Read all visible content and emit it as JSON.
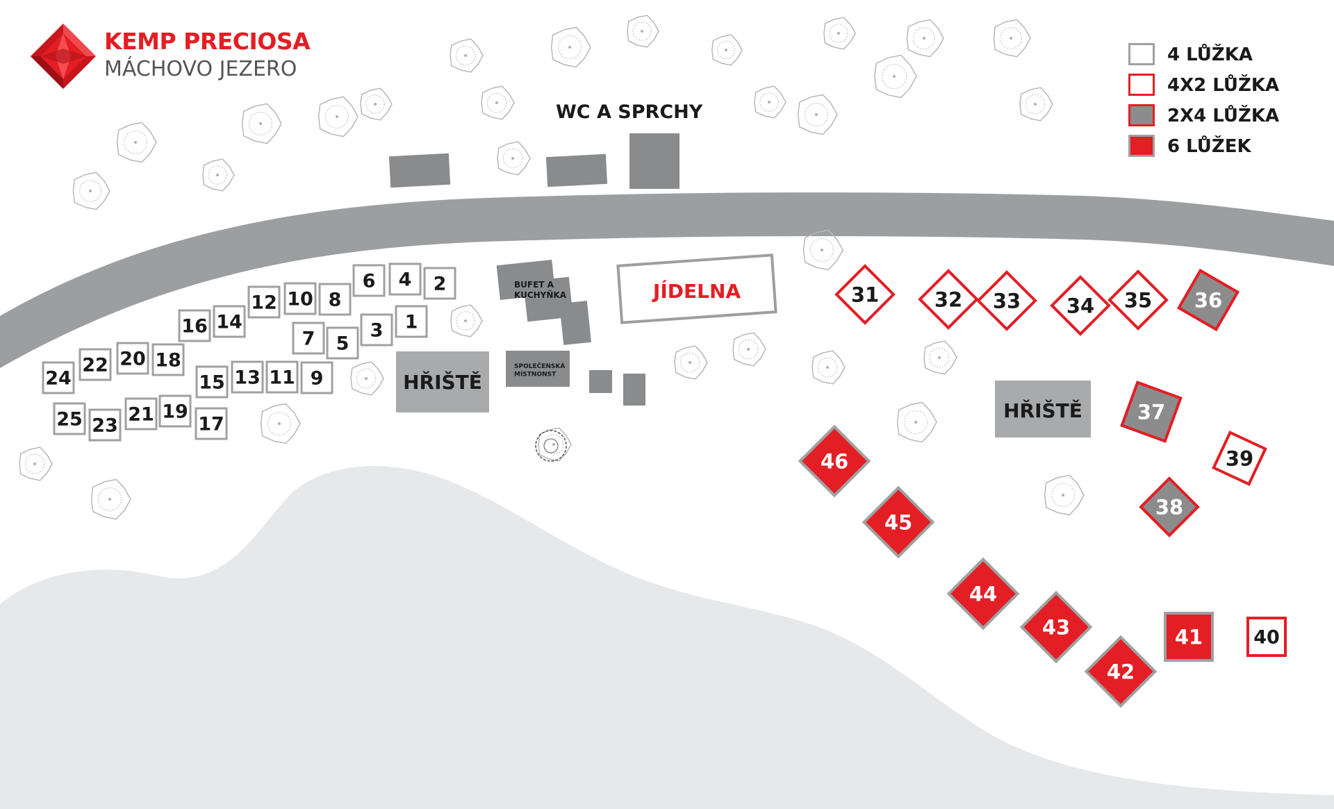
{
  "logo": {
    "line1": "KEMP PRECIOSA",
    "line2": "MÁCHOVO JEZERO"
  },
  "legend": [
    {
      "type": "white",
      "label": "4 LŮŽKA"
    },
    {
      "type": "whitered",
      "label": "4X2 LŮŽKA"
    },
    {
      "type": "gray",
      "label": "2X4 LŮŽKA"
    },
    {
      "type": "red",
      "label": "6 LŮŽEK"
    }
  ],
  "labels": {
    "wc": "WC A SPRCHY",
    "jidelna": "JÍDELNA",
    "bufet": "BUFET A\nKUCHYŇKA",
    "spolecenska": "SPOLEČENSKÁ\nMÍSTNONST",
    "hriste1": "HŘIŠTĚ",
    "hriste2": "HŘIŠTĚ"
  },
  "colors": {
    "red": "#e31e24",
    "gray": "#8c8c8c",
    "road": "#9d9e a0",
    "lake": "#e7e8ea",
    "building": "#8a8b8d"
  },
  "cabins": [
    {
      "num": "1",
      "type": "white"
    },
    {
      "num": "2",
      "type": "white"
    },
    {
      "num": "3",
      "type": "white"
    },
    {
      "num": "4",
      "type": "white"
    },
    {
      "num": "5",
      "type": "white"
    },
    {
      "num": "6",
      "type": "white"
    },
    {
      "num": "7",
      "type": "white"
    },
    {
      "num": "8",
      "type": "white"
    },
    {
      "num": "9",
      "type": "white"
    },
    {
      "num": "10",
      "type": "white"
    },
    {
      "num": "11",
      "type": "white"
    },
    {
      "num": "12",
      "type": "white"
    },
    {
      "num": "13",
      "type": "white"
    },
    {
      "num": "14",
      "type": "white"
    },
    {
      "num": "15",
      "type": "white"
    },
    {
      "num": "16",
      "type": "white"
    },
    {
      "num": "17",
      "type": "white"
    },
    {
      "num": "18",
      "type": "white"
    },
    {
      "num": "19",
      "type": "white"
    },
    {
      "num": "20",
      "type": "white"
    },
    {
      "num": "21",
      "type": "white"
    },
    {
      "num": "22",
      "type": "white"
    },
    {
      "num": "23",
      "type": "white"
    },
    {
      "num": "24",
      "type": "white"
    },
    {
      "num": "25",
      "type": "white"
    },
    {
      "num": "31",
      "type": "whitered"
    },
    {
      "num": "32",
      "type": "whitered"
    },
    {
      "num": "33",
      "type": "whitered"
    },
    {
      "num": "34",
      "type": "whitered"
    },
    {
      "num": "35",
      "type": "whitered"
    },
    {
      "num": "36",
      "type": "gray"
    },
    {
      "num": "37",
      "type": "gray"
    },
    {
      "num": "38",
      "type": "gray"
    },
    {
      "num": "39",
      "type": "whitered"
    },
    {
      "num": "40",
      "type": "whitered"
    },
    {
      "num": "41",
      "type": "red"
    },
    {
      "num": "42",
      "type": "red"
    },
    {
      "num": "43",
      "type": "red"
    },
    {
      "num": "44",
      "type": "red"
    },
    {
      "num": "45",
      "type": "red"
    },
    {
      "num": "46",
      "type": "red"
    }
  ]
}
